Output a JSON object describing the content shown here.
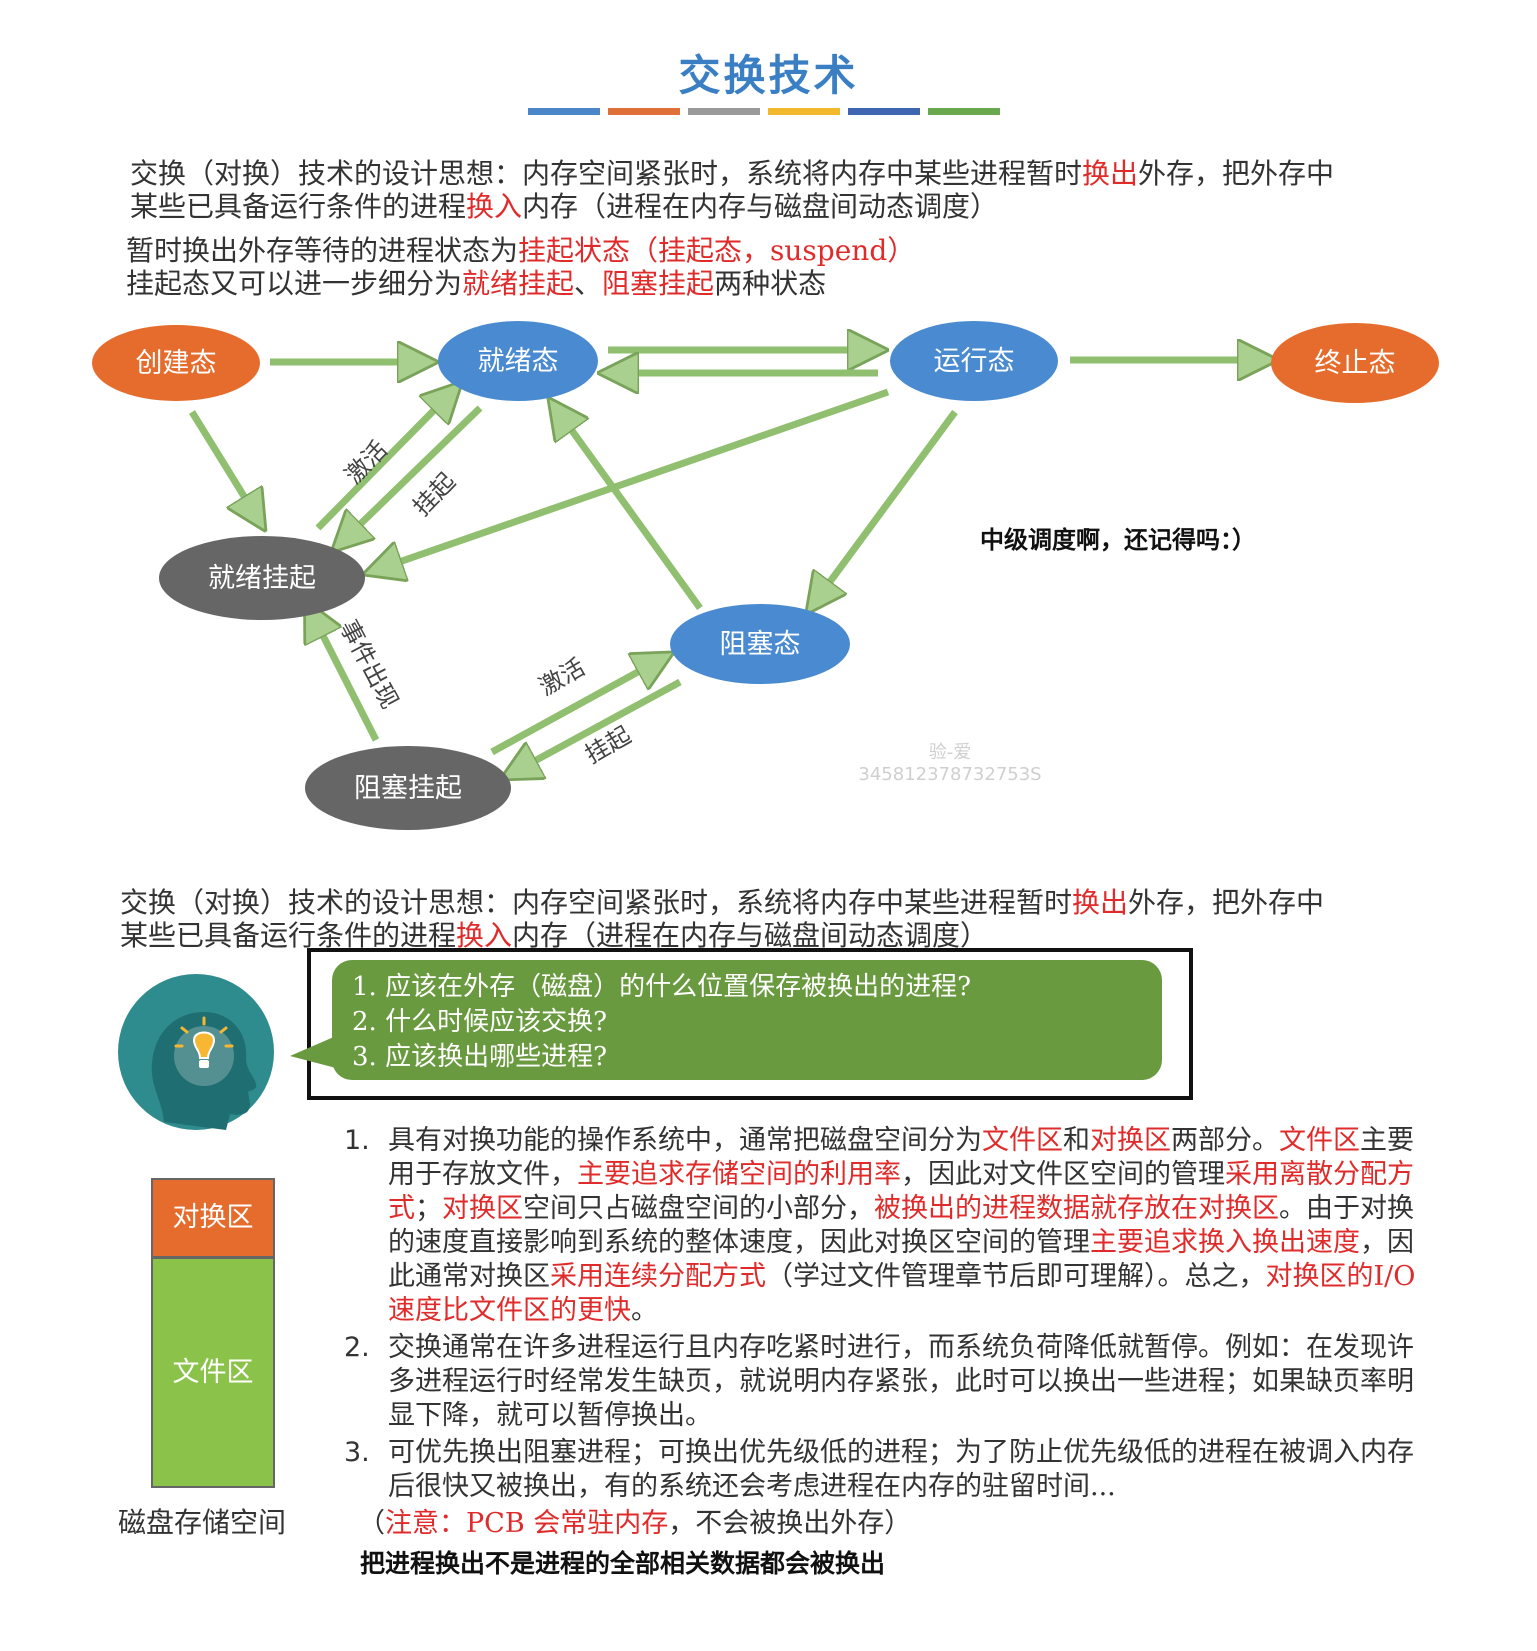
{
  "title": "交换技术",
  "colors": {
    "title": "#3a7fc4",
    "stripes": [
      "#4a86c8",
      "#e0703a",
      "#9a9a9a",
      "#f2b92e",
      "#3f64b0",
      "#6aa84f"
    ],
    "red_text": "#e02b2b",
    "orange_node": "#e56c2c",
    "blue_node": "#4a8ad0",
    "gray_node": "#666666",
    "arrow_fill": "#a9d08e",
    "arrow_stroke": "#7aa35a",
    "bubble": "#6a9a3f",
    "swap_area": "#e56c2c",
    "file_area": "#8bc34a"
  },
  "intro_top": {
    "l1_a": "交换（对换）技术的设计思想：内存空间紧张时，系统将内存中某些进程暂时",
    "l1_b": "换出",
    "l1_c": "外存，把外存中",
    "l2_a": "某些已具备运行条件的进程",
    "l2_b": "换入",
    "l2_c": "内存（进程在内存与磁盘间动态调度）",
    "l3_a": "暂时换出外存等待的进程状态为",
    "l3_b": "挂起状态（挂起态，suspend）",
    "l4_a": "挂起态又可以进一步细分为",
    "l4_b": "就绪挂起",
    "l4_c": "、",
    "l4_d": "阻塞挂起",
    "l4_e": "两种状态"
  },
  "diagram": {
    "nodes": {
      "create": "创建态",
      "ready": "就绪态",
      "running": "运行态",
      "terminated": "终止态",
      "ready_suspend": "就绪挂起",
      "blocked": "阻塞态",
      "blocked_suspend": "阻塞挂起"
    },
    "edge_labels": {
      "activate_1": "激活",
      "suspend_1": "挂起",
      "event_occurs": "事件出现",
      "activate_2": "激活",
      "suspend_2": "挂起"
    },
    "note": "中级调度啊，还记得吗：）",
    "watermark_1": "验-爱",
    "watermark_2": "345812378732753S"
  },
  "intro_bottom": {
    "l1_a": "交换（对换）技术的设计思想：内存空间紧张时，系统将内存中某些进程暂时",
    "l1_b": "换出",
    "l1_c": "外存，把外存中",
    "l2_a": "某些已具备运行条件的进程",
    "l2_b": "换入",
    "l2_c": "内存（进程在内存与磁盘间动态调度）"
  },
  "questions": [
    "1.  应该在外存（磁盘）的什么位置保存被换出的进程?",
    "2.  什么时候应该交换?",
    "3.  应该换出哪些进程?"
  ],
  "disk": {
    "swap_label": "对换区",
    "file_label": "文件区",
    "caption": "磁盘存储空间"
  },
  "answers": {
    "a1_num": "1.",
    "a1": [
      [
        "具有对换功能的操作系统中，通常把磁盘空间分为",
        ""
      ],
      [
        "文件区",
        "red"
      ],
      [
        "和",
        ""
      ],
      [
        "对换区",
        "red"
      ],
      [
        "两部分。",
        ""
      ],
      [
        "文件区",
        "red"
      ],
      [
        "主要用于存放文件，",
        ""
      ],
      [
        "主要追求存储空间的利用率",
        "red"
      ],
      [
        "，因此对文件区空间的管理",
        ""
      ],
      [
        "采用离散分配方式",
        "red"
      ],
      [
        "；",
        ""
      ],
      [
        "对换区",
        "red"
      ],
      [
        "空间只占磁盘空间的小部分，",
        ""
      ],
      [
        "被换出的进程数据就存放在对换区",
        "red"
      ],
      [
        "。由于对换的速度直接影响到系统的整体速度，因此对换区空间的管理",
        ""
      ],
      [
        "主要追求换入换出速度",
        "red"
      ],
      [
        "，因此通常对换区",
        ""
      ],
      [
        "采用连续分配方式",
        "red"
      ],
      [
        "（学过文件管理章节后即可理解）。总之，",
        ""
      ],
      [
        "对换区的I/O速度比文件区的更快",
        "red"
      ],
      [
        "。",
        ""
      ]
    ],
    "a2_num": "2.",
    "a2": "交换通常在许多进程运行且内存吃紧时进行，而系统负荷降低就暂停。例如：在发现许多进程运行时经常发生缺页，就说明内存紧张，此时可以换出一些进程；如果缺页率明显下降，就可以暂停换出。",
    "a3_num": "3.",
    "a3": "可优先换出阻塞进程；可换出优先级低的进程；为了防止优先级低的进程在被调入内存后很快又被换出，有的系统还会考虑进程在内存的驻留时间...",
    "note_open": "（",
    "note_red": "注意：PCB 会常驻内存",
    "note_close": "，不会被换出外存）",
    "bold_note": "把进程换出不是进程的全部相关数据都会被换出"
  }
}
